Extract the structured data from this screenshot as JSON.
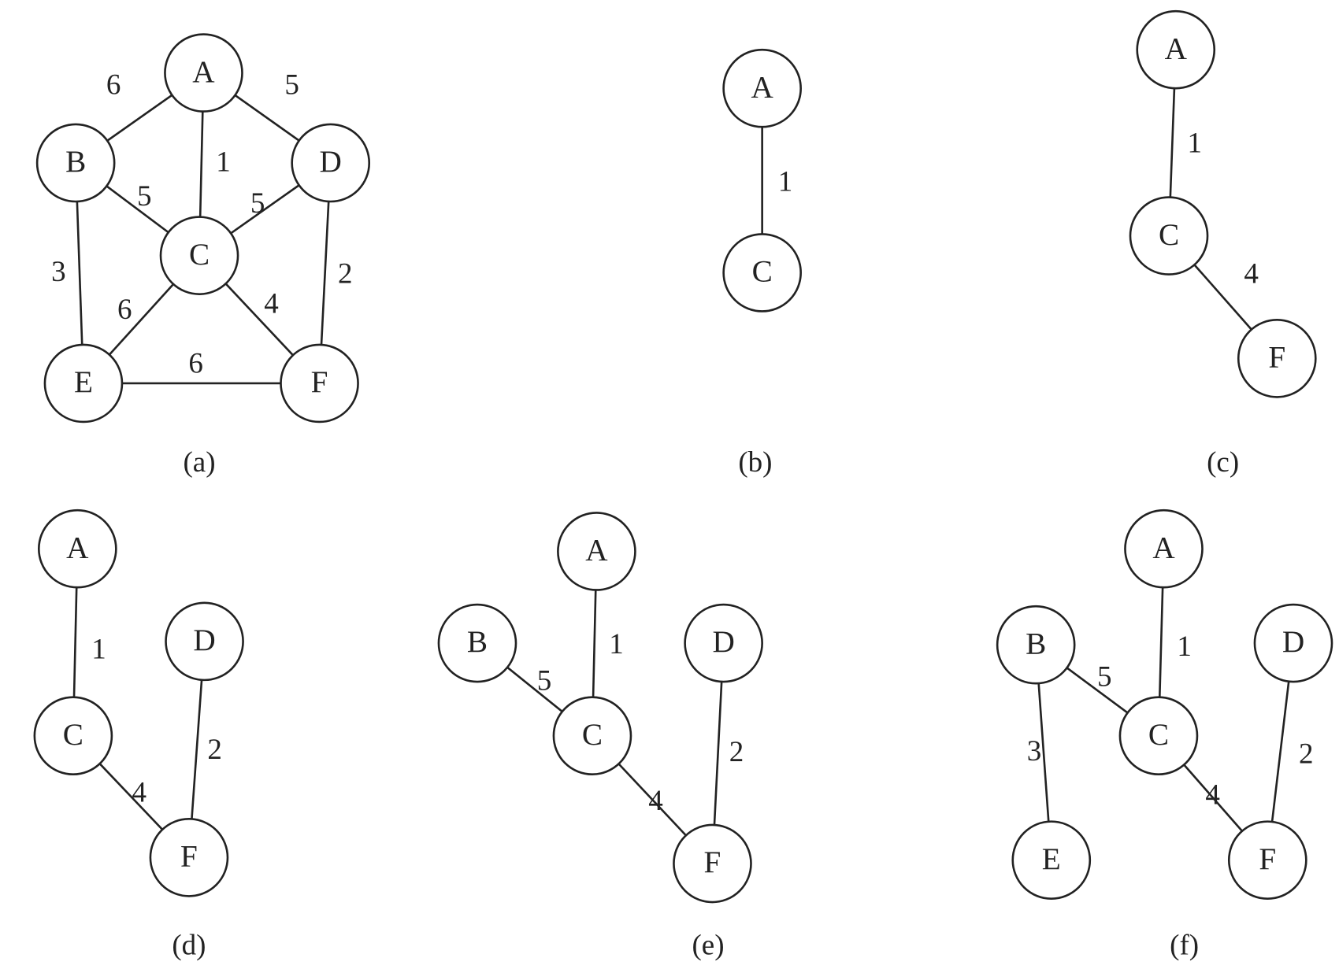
{
  "panels": [
    {
      "id": "a",
      "caption": "(a)",
      "nodes": [
        "A",
        "B",
        "C",
        "D",
        "E",
        "F"
      ],
      "edges": [
        [
          "A",
          "B",
          "6"
        ],
        [
          "A",
          "D",
          "5"
        ],
        [
          "A",
          "C",
          "1"
        ],
        [
          "B",
          "C",
          "5"
        ],
        [
          "C",
          "D",
          "5"
        ],
        [
          "B",
          "E",
          "3"
        ],
        [
          "D",
          "F",
          "2"
        ],
        [
          "C",
          "E",
          "6"
        ],
        [
          "C",
          "F",
          "4"
        ],
        [
          "E",
          "F",
          "6"
        ]
      ]
    },
    {
      "id": "b",
      "caption": "(b)",
      "nodes": [
        "A",
        "C"
      ],
      "edges": [
        [
          "A",
          "C",
          "1"
        ]
      ]
    },
    {
      "id": "c",
      "caption": "(c)",
      "nodes": [
        "A",
        "C",
        "F"
      ],
      "edges": [
        [
          "A",
          "C",
          "1"
        ],
        [
          "C",
          "F",
          "4"
        ]
      ]
    },
    {
      "id": "d",
      "caption": "(d)",
      "nodes": [
        "A",
        "C",
        "D",
        "F"
      ],
      "edges": [
        [
          "A",
          "C",
          "1"
        ],
        [
          "D",
          "F",
          "2"
        ],
        [
          "C",
          "F",
          "4"
        ]
      ]
    },
    {
      "id": "e",
      "caption": "(e)",
      "nodes": [
        "A",
        "B",
        "C",
        "D",
        "F"
      ],
      "edges": [
        [
          "B",
          "C",
          "5"
        ],
        [
          "A",
          "C",
          "1"
        ],
        [
          "D",
          "F",
          "2"
        ],
        [
          "C",
          "F",
          "4"
        ]
      ]
    },
    {
      "id": "f",
      "caption": "(f)",
      "nodes": [
        "A",
        "B",
        "C",
        "D",
        "E",
        "F"
      ],
      "edges": [
        [
          "B",
          "C",
          "5"
        ],
        [
          "A",
          "C",
          "1"
        ],
        [
          "D",
          "F",
          "2"
        ],
        [
          "B",
          "E",
          "3"
        ],
        [
          "C",
          "F",
          "4"
        ]
      ]
    }
  ]
}
